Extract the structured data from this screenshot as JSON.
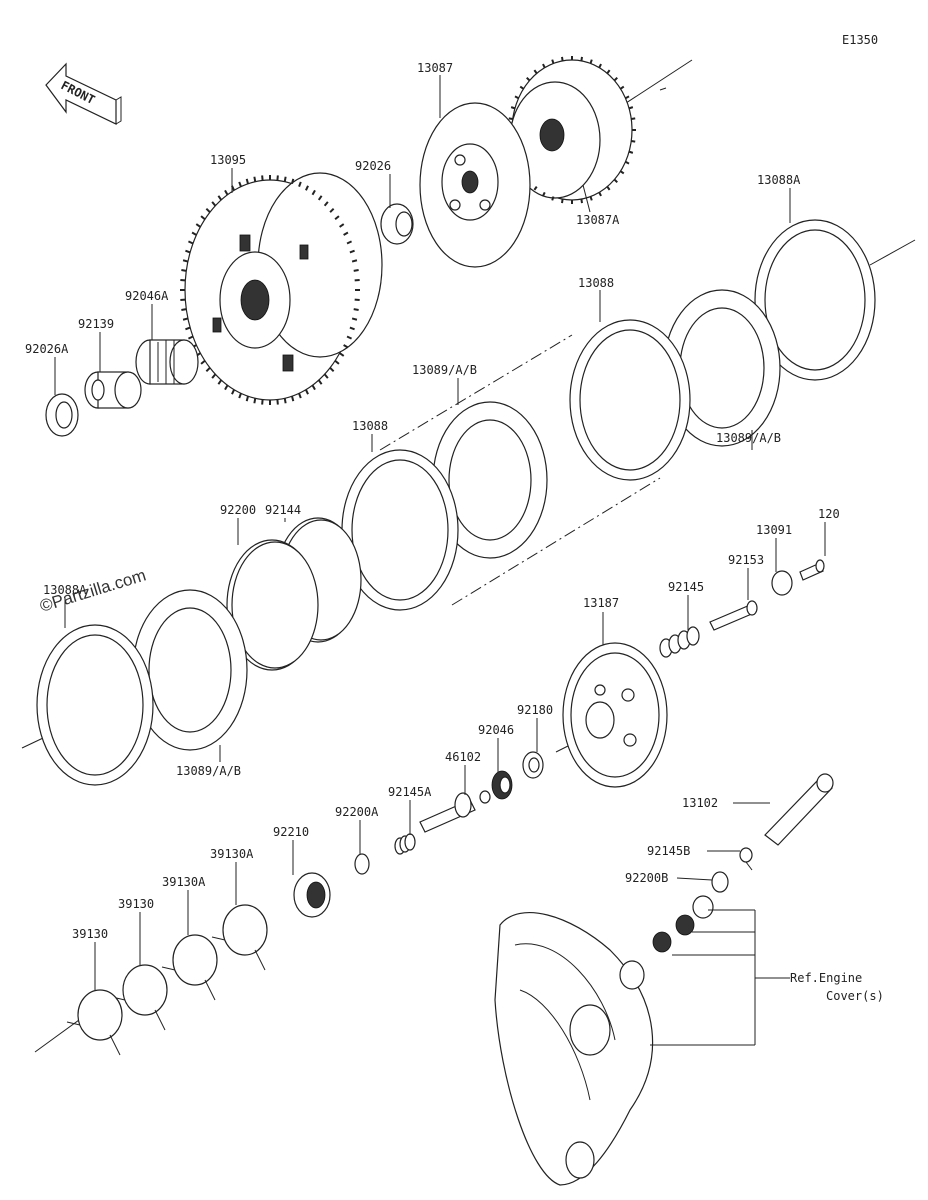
{
  "diagram_code": "E1350",
  "front_label": "FRONT",
  "watermark": "©Partzilla.com",
  "ref_note": {
    "line1": "Ref.Engine",
    "line2": "Cover(s)"
  },
  "labels": {
    "p13087": "13087",
    "p13087A": "13087A",
    "p92026": "92026",
    "p13095": "13095",
    "p92046A": "92046A",
    "p92139": "92139",
    "p92026A": "92026A",
    "p13088A_top": "13088A",
    "p13088_top": "13088",
    "p13089_mid": "13089/A/B",
    "p13088_mid": "13088",
    "p13089_right": "13089/A/B",
    "p92144": "92144",
    "p92200": "92200",
    "p13088A_left": "13088A",
    "p13089_left": "13089/A/B",
    "p120": "120",
    "p13091": "13091",
    "p92153": "92153",
    "p92145": "92145",
    "p13187": "13187",
    "p92180": "92180",
    "p92046": "92046",
    "p46102": "46102",
    "p92145A": "92145A",
    "p92200A": "92200A",
    "p92210": "92210",
    "p39130A_1": "39130A",
    "p39130A_2": "39130A",
    "p39130_1": "39130",
    "p39130_2": "39130",
    "p13102": "13102",
    "p92145B": "92145B",
    "p92200B": "92200B"
  }
}
